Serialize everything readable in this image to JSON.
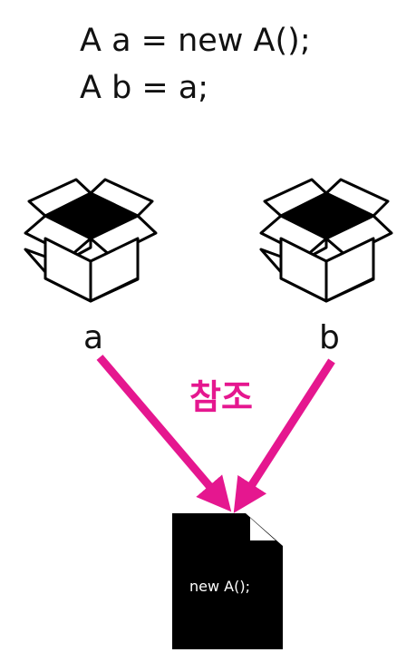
{
  "code": {
    "line1": "A a = new A();",
    "line2": "A b = a;"
  },
  "variables": [
    {
      "label": "a"
    },
    {
      "label": "b"
    }
  ],
  "reference_label": "참조",
  "object_document": {
    "text": "new A();"
  },
  "colors": {
    "accent": "#e5178f",
    "ink": "#000000",
    "background": "#ffffff"
  },
  "icons": {
    "box": "open-box-icon",
    "document": "document-icon"
  }
}
